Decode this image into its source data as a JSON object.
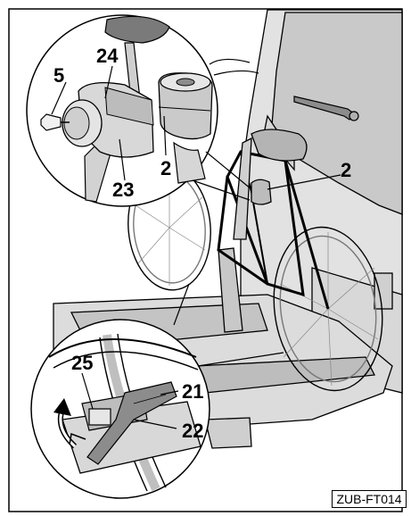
{
  "figure": {
    "reference_code": "ZUB-FT014",
    "callouts": {
      "c24": "24",
      "c5": "5",
      "c2_detail": "2",
      "c23": "23",
      "c2_main": "2",
      "c25": "25",
      "c21": "21",
      "c22": "22"
    },
    "colors": {
      "line": "#000000",
      "body_fill": "#e6e6e6",
      "shade": "#b9b9b9",
      "dark_shade": "#8c8c8c",
      "background": "#ffffff"
    }
  }
}
